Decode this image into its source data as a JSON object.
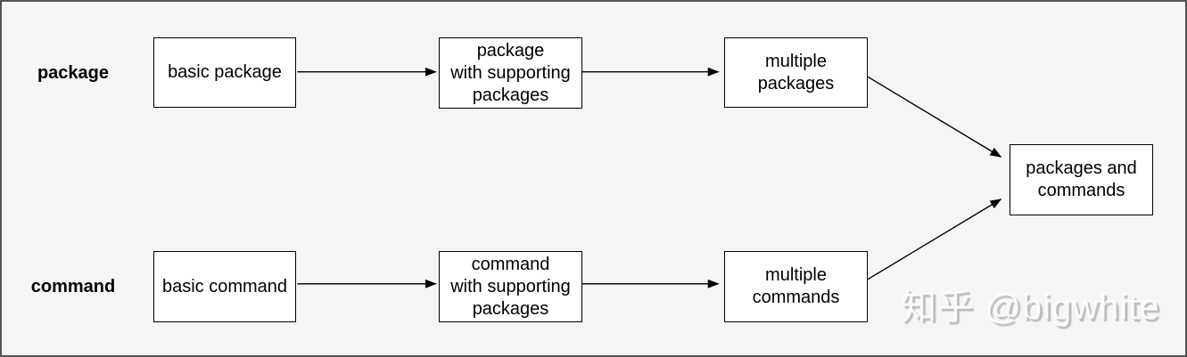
{
  "diagram": {
    "row_labels": {
      "package": "package",
      "command": "command"
    },
    "nodes": {
      "basic_package": "basic package",
      "package_with_supporting": "package\nwith supporting\npackages",
      "multiple_packages": "multiple\npackages",
      "basic_command": "basic command",
      "command_with_supporting": "command\nwith supporting\npackages",
      "multiple_commands": "multiple\ncommands",
      "packages_and_commands": "packages and\ncommands"
    },
    "edges": [
      {
        "from": "basic_package",
        "to": "package_with_supporting"
      },
      {
        "from": "package_with_supporting",
        "to": "multiple_packages"
      },
      {
        "from": "multiple_packages",
        "to": "packages_and_commands"
      },
      {
        "from": "basic_command",
        "to": "command_with_supporting"
      },
      {
        "from": "command_with_supporting",
        "to": "multiple_commands"
      },
      {
        "from": "multiple_commands",
        "to": "packages_and_commands"
      }
    ],
    "colors": {
      "background": "#f5f5f5",
      "node_fill": "#ffffff",
      "node_stroke": "#000000",
      "arrow": "#000000",
      "outer_border": "#545454",
      "watermark_shadow": "#aaaaaa"
    },
    "watermark": "知乎 @bigwhite"
  }
}
